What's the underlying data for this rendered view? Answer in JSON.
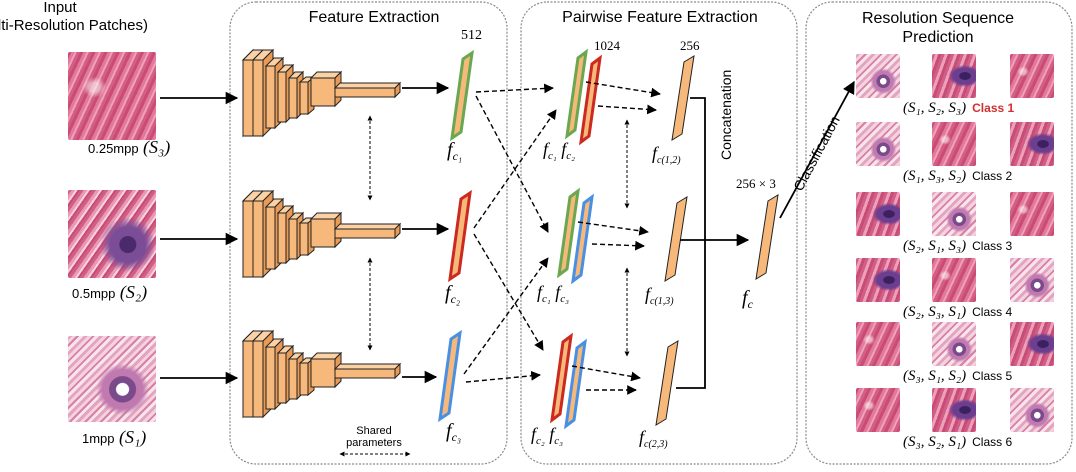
{
  "input": {
    "title_line1": "Input",
    "title_line2": "(Multi-Resolution Patches)",
    "patches": [
      {
        "mpp": "0.25mpp",
        "scale": "(S₃)"
      },
      {
        "mpp": "0.5mpp",
        "scale": "(S₂)"
      },
      {
        "mpp": "1mpp",
        "scale": "(S₁)"
      }
    ]
  },
  "feature_extraction": {
    "title": "Feature Extraction",
    "dim_label": "512",
    "outputs": [
      "f",
      "f",
      "f"
    ],
    "output_subs": [
      "c₁",
      "c₂",
      "c₃"
    ],
    "shared_label_line1": "Shared",
    "shared_label_line2": "parameters"
  },
  "pairwise": {
    "title": "Pairwise Feature Extraction",
    "dim_in": "1024",
    "dim_out": "256",
    "pairs": [
      {
        "left": "c₁",
        "right": "c₂",
        "out": "c(1,2)"
      },
      {
        "left": "c₁",
        "right": "c₃",
        "out": "c(1,3)"
      },
      {
        "left": "c₂",
        "right": "c₃",
        "out": "c(2,3)"
      }
    ],
    "concat_label": "Concatenation",
    "concat_dim": "256 × 3",
    "concat_name": "f",
    "concat_sub": "c",
    "classification_label": "Classification"
  },
  "sequence": {
    "title_line1": "Resolution Sequence",
    "title_line2": "Prediction",
    "classes": [
      {
        "seq": "(S₁, S₂, S₃)",
        "label": "Class 1",
        "highlight": true
      },
      {
        "seq": "(S₁, S₃, S₂)",
        "label": "Class 2",
        "highlight": false
      },
      {
        "seq": "(S₂, S₁, S₃)",
        "label": "Class 3",
        "highlight": false
      },
      {
        "seq": "(S₂, S₃, S₁)",
        "label": "Class 4",
        "highlight": false
      },
      {
        "seq": "(S₃, S₁, S₂)",
        "label": "Class 5",
        "highlight": false
      },
      {
        "seq": "(S₃, S₂, S₁)",
        "label": "Class 6",
        "highlight": false
      }
    ]
  },
  "colors": {
    "feature_bar": "#f7b97b",
    "c1_outline": "#6aa84f",
    "c2_outline": "#cc2a1f",
    "c3_outline": "#4a90e2",
    "class_highlight": "#d32f2f",
    "panel_border": "#8a8a8a"
  }
}
